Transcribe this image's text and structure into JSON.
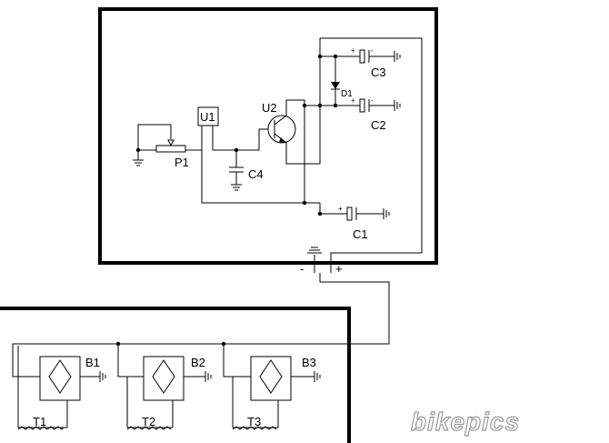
{
  "labels": {
    "u1": "U1",
    "u2": "U2",
    "p1": "P1",
    "c1": "C1",
    "c2": "C2",
    "c3": "C3",
    "c4": "C4",
    "d1": "D1",
    "b1": "B1",
    "b2": "B2",
    "b3": "B3",
    "t1": "T1",
    "t2": "T2",
    "t3": "T3",
    "minus": "-",
    "plus": "+"
  },
  "watermark": "bikepics",
  "colors": {
    "line": "#000000",
    "background": "#ffffff",
    "watermark_outline": "#9a9a9a"
  }
}
